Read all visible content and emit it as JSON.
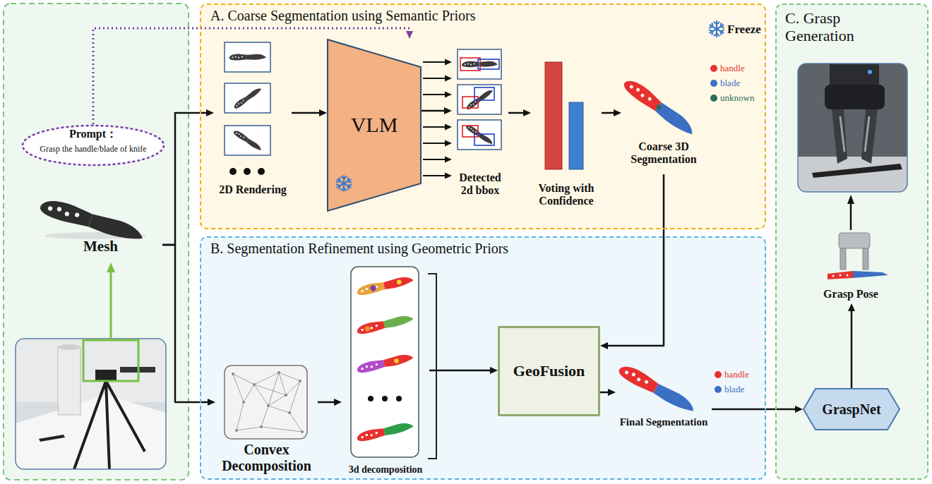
{
  "diagram": {
    "nodes": [
      {
        "text": [
          "Prompt：",
          "Grasp the handle/blade of knife"
        ]
      },
      {
        "text": [
          "Mesh"
        ]
      },
      {
        "text": [
          "A. Coarse Segmentation using Semantic Priors",
          "Freeze"
        ]
      },
      {
        "text": [
          "2D Rendering"
        ],
        "in": 2
      },
      {
        "text": [
          "VLM"
        ],
        "in": 2
      },
      {
        "text": [
          "Detected 2d bbox"
        ],
        "in": 2
      },
      {
        "text": [
          "Voting with Confidence"
        ],
        "in": 2
      },
      {
        "text": [
          "Coarse 3D Segmentation"
        ],
        "in": 2
      },
      {
        "text": [
          "B. Segmentation Refinement using Geometric Priors"
        ]
      },
      {
        "text": [
          "Convex Decomposition"
        ],
        "in": 8
      },
      {
        "text": [
          "3d decomposition"
        ],
        "in": 8
      },
      {
        "text": [
          "GeoFusion"
        ],
        "in": 8
      },
      {
        "text": [
          "Final Segmentation"
        ],
        "in": 8
      },
      {
        "text": [
          "C. Grasp Generation"
        ]
      },
      {
        "text": [
          "Grasp Pose"
        ],
        "in": 13
      },
      {
        "text": [
          "GraspNet"
        ],
        "in": 13
      }
    ],
    "edges": [
      {
        "from": 0,
        "to": 4,
        "arrow": "to"
      },
      {
        "from": 1,
        "to": 3,
        "arrow": "to"
      },
      {
        "from": 1,
        "to": 9,
        "arrow": "to"
      },
      {
        "from": 3,
        "to": 4,
        "arrow": "to"
      },
      {
        "from": 4,
        "to": 5,
        "arrow": "to"
      },
      {
        "from": 5,
        "to": 6,
        "arrow": "to"
      },
      {
        "from": 6,
        "to": 7,
        "arrow": "to"
      },
      {
        "from": 7,
        "to": 11,
        "arrow": "to"
      },
      {
        "from": 9,
        "to": 10,
        "arrow": "to"
      },
      {
        "from": 10,
        "to": 11,
        "arrow": "to"
      },
      {
        "from": 11,
        "to": 12,
        "arrow": "to"
      },
      {
        "from": 12,
        "to": 15,
        "arrow": "to"
      },
      {
        "from": 15,
        "to": 14,
        "arrow": "to"
      }
    ],
    "legend": [
      {
        "text": "handle",
        "color": "#e8312f"
      },
      {
        "text": "blade",
        "color": "#3b6fc4"
      },
      {
        "text": "unknown",
        "color": "#2e6b5a"
      },
      {
        "text": "handle",
        "color": "#e8312f"
      },
      {
        "text": "blade",
        "color": "#3b6fc4"
      }
    ]
  }
}
